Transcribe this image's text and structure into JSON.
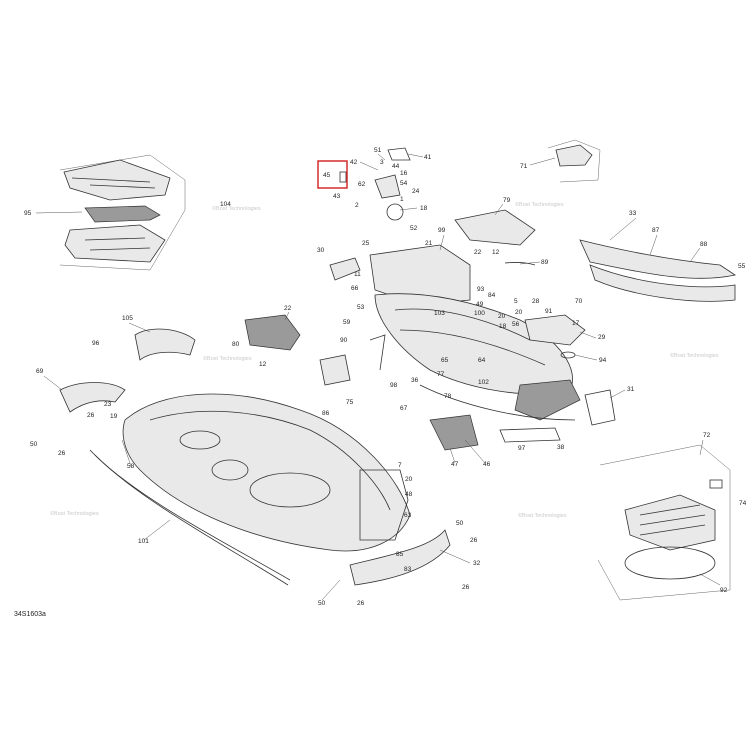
{
  "figure_code": "34S1603a",
  "watermark": "©Bost Technologies",
  "highlighted_label": "45",
  "highlight_color": "#d11f1f",
  "callouts": [
    {
      "id": "c95",
      "text": "95"
    },
    {
      "id": "c104",
      "text": "104"
    },
    {
      "id": "c51",
      "text": "51"
    },
    {
      "id": "c42",
      "text": "42"
    },
    {
      "id": "c3",
      "text": "3"
    },
    {
      "id": "c44",
      "text": "44"
    },
    {
      "id": "c16",
      "text": "16"
    },
    {
      "id": "c45",
      "text": "45"
    },
    {
      "id": "c62",
      "text": "62"
    },
    {
      "id": "c54",
      "text": "54"
    },
    {
      "id": "c24",
      "text": "24"
    },
    {
      "id": "c43",
      "text": "43"
    },
    {
      "id": "c1",
      "text": "1"
    },
    {
      "id": "c2",
      "text": "2"
    },
    {
      "id": "c18",
      "text": "18"
    },
    {
      "id": "c41",
      "text": "41"
    },
    {
      "id": "c71",
      "text": "71"
    },
    {
      "id": "c79",
      "text": "79"
    },
    {
      "id": "c33",
      "text": "33"
    },
    {
      "id": "c87",
      "text": "87"
    },
    {
      "id": "c88",
      "text": "88"
    },
    {
      "id": "c55",
      "text": "55"
    },
    {
      "id": "c52",
      "text": "52"
    },
    {
      "id": "c99",
      "text": "99"
    },
    {
      "id": "c25",
      "text": "25"
    },
    {
      "id": "c21",
      "text": "21"
    },
    {
      "id": "c30",
      "text": "30"
    },
    {
      "id": "c11",
      "text": "11"
    },
    {
      "id": "c22",
      "text": "22"
    },
    {
      "id": "c12a",
      "text": "12"
    },
    {
      "id": "c89",
      "text": "89"
    },
    {
      "id": "c66",
      "text": "66"
    },
    {
      "id": "c53",
      "text": "53"
    },
    {
      "id": "c93",
      "text": "93"
    },
    {
      "id": "c84",
      "text": "84"
    },
    {
      "id": "c49",
      "text": "49"
    },
    {
      "id": "c100",
      "text": "100"
    },
    {
      "id": "c20a",
      "text": "20"
    },
    {
      "id": "c103",
      "text": "103"
    },
    {
      "id": "c5",
      "text": "5"
    },
    {
      "id": "c28",
      "text": "28"
    },
    {
      "id": "c70",
      "text": "70"
    },
    {
      "id": "c20b",
      "text": "20"
    },
    {
      "id": "c91",
      "text": "91"
    },
    {
      "id": "c18b",
      "text": "18"
    },
    {
      "id": "c56",
      "text": "56"
    },
    {
      "id": "c17",
      "text": "17"
    },
    {
      "id": "c29",
      "text": "29"
    },
    {
      "id": "c22b",
      "text": "22"
    },
    {
      "id": "c105",
      "text": "105"
    },
    {
      "id": "c80",
      "text": "80"
    },
    {
      "id": "c12b",
      "text": "12"
    },
    {
      "id": "c59",
      "text": "59"
    },
    {
      "id": "c96",
      "text": "96"
    },
    {
      "id": "c90",
      "text": "90"
    },
    {
      "id": "c65",
      "text": "65"
    },
    {
      "id": "c64",
      "text": "64"
    },
    {
      "id": "c94",
      "text": "94"
    },
    {
      "id": "c69",
      "text": "69"
    },
    {
      "id": "c23",
      "text": "23"
    },
    {
      "id": "c26a",
      "text": "26"
    },
    {
      "id": "c19",
      "text": "19"
    },
    {
      "id": "c77",
      "text": "77"
    },
    {
      "id": "c102",
      "text": "102"
    },
    {
      "id": "c98",
      "text": "98"
    },
    {
      "id": "c36",
      "text": "36"
    },
    {
      "id": "c78",
      "text": "78"
    },
    {
      "id": "c31",
      "text": "31"
    },
    {
      "id": "c67",
      "text": "67"
    },
    {
      "id": "c75",
      "text": "75"
    },
    {
      "id": "c86",
      "text": "86"
    },
    {
      "id": "c50a",
      "text": "50"
    },
    {
      "id": "c26b",
      "text": "26"
    },
    {
      "id": "c58",
      "text": "58"
    },
    {
      "id": "c97",
      "text": "97"
    },
    {
      "id": "c38",
      "text": "38"
    },
    {
      "id": "c47",
      "text": "47"
    },
    {
      "id": "c46",
      "text": "46"
    },
    {
      "id": "c72",
      "text": "72"
    },
    {
      "id": "c7",
      "text": "7"
    },
    {
      "id": "c20c",
      "text": "20"
    },
    {
      "id": "c48",
      "text": "48"
    },
    {
      "id": "c63",
      "text": "63"
    },
    {
      "id": "c101",
      "text": "101"
    },
    {
      "id": "c50b",
      "text": "50"
    },
    {
      "id": "c26c",
      "text": "26"
    },
    {
      "id": "c85",
      "text": "85"
    },
    {
      "id": "c83",
      "text": "83"
    },
    {
      "id": "c32",
      "text": "32"
    },
    {
      "id": "c74",
      "text": "74"
    },
    {
      "id": "c50c",
      "text": "50"
    },
    {
      "id": "c26d",
      "text": "26"
    },
    {
      "id": "c26e",
      "text": "26"
    },
    {
      "id": "c92",
      "text": "92"
    }
  ]
}
